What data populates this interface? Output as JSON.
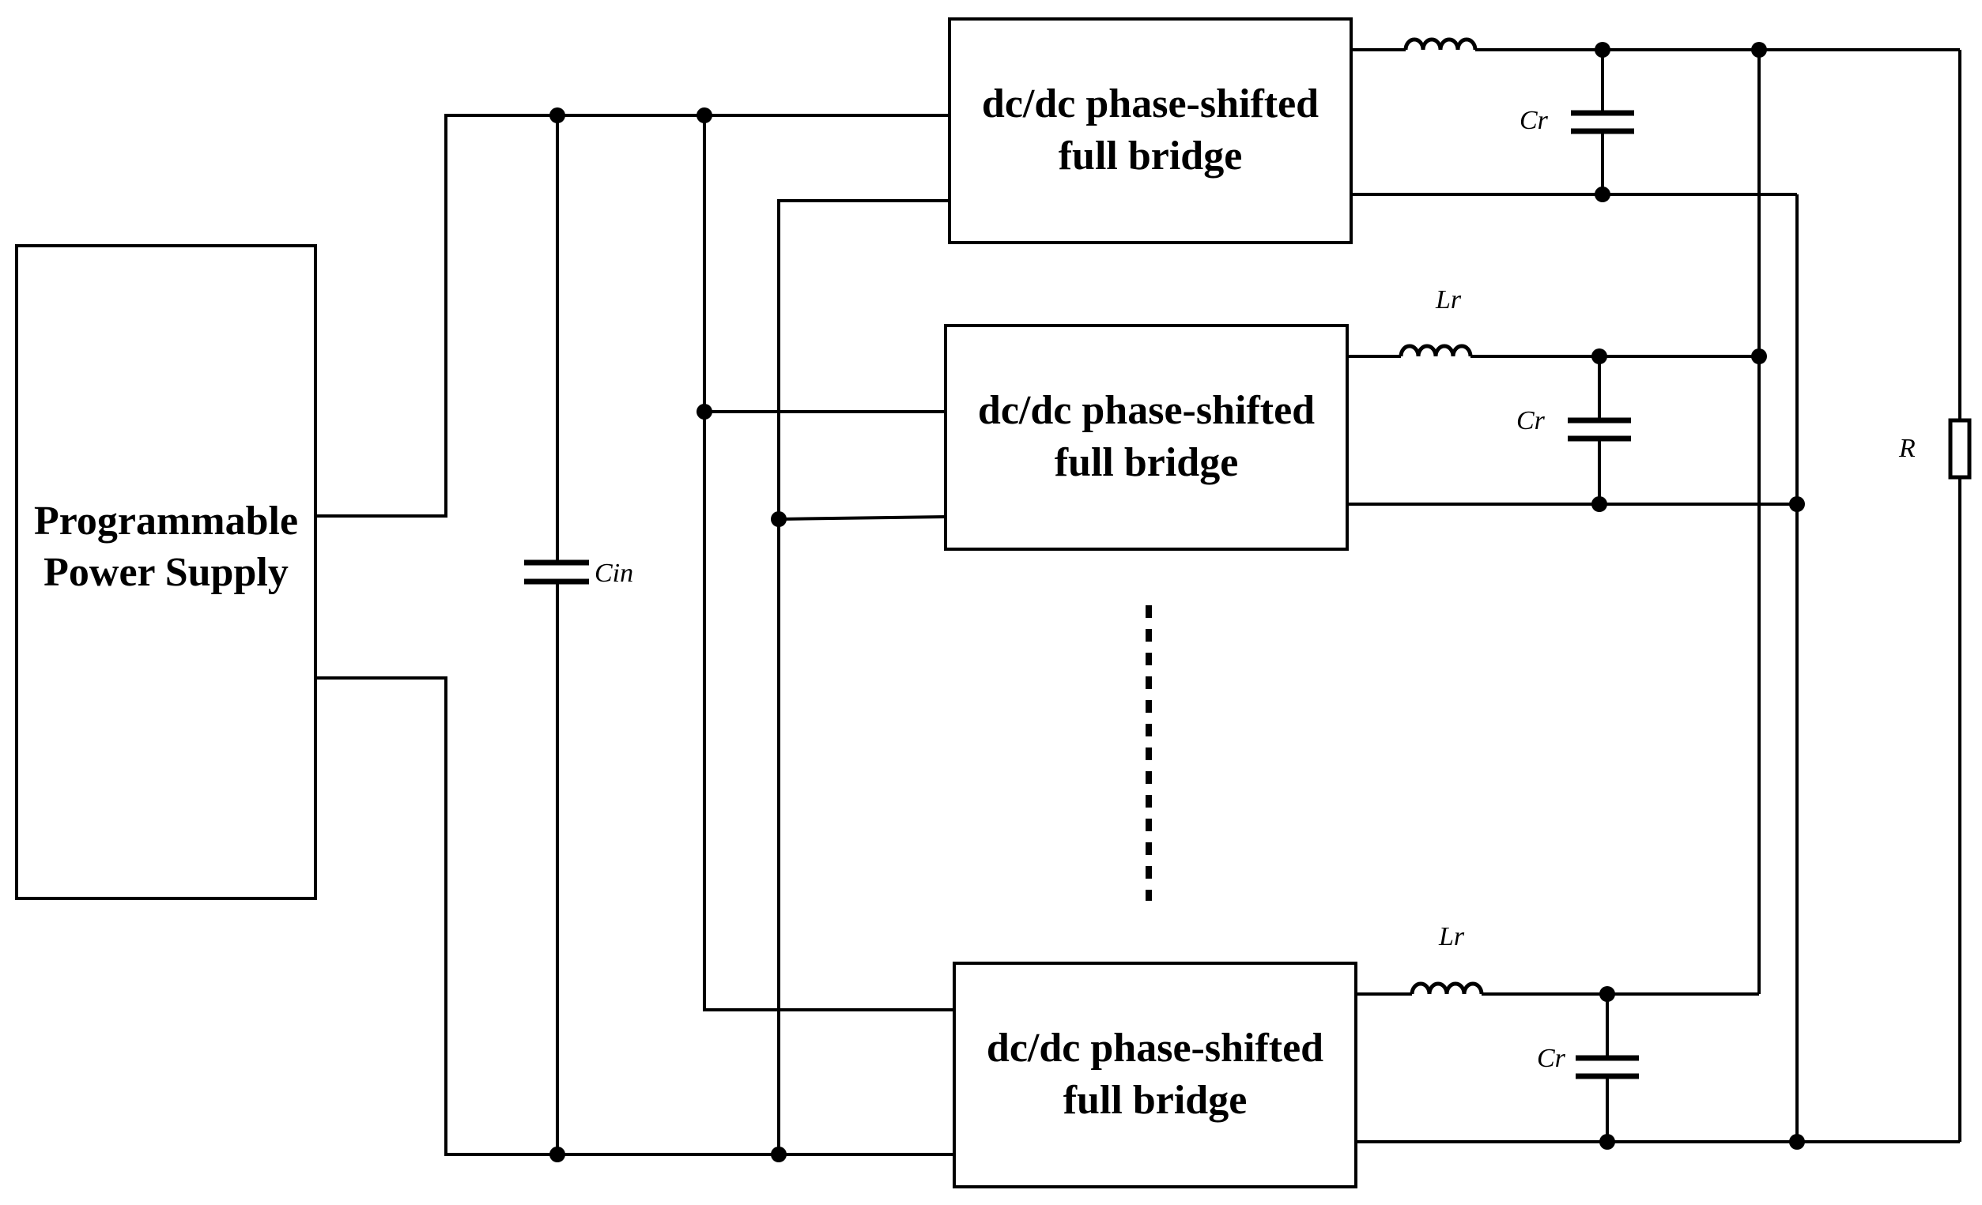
{
  "supply": {
    "line1": "Programmable",
    "line2": "Power Supply"
  },
  "converters": [
    {
      "line1": "dc/dc phase-shifted",
      "line2": "full bridge"
    },
    {
      "line1": "dc/dc phase-shifted",
      "line2": "full bridge"
    },
    {
      "line1": "dc/dc phase-shifted",
      "line2": "full bridge"
    }
  ],
  "components": {
    "input_capacitor": "Cin",
    "resonant_capacitors": [
      "Cr",
      "Cr",
      "Cr"
    ],
    "resonant_inductors": [
      "",
      "Lr",
      "Lr"
    ],
    "load_resistor": "R"
  },
  "colors": {
    "line": "#000000",
    "background": "#ffffff"
  }
}
